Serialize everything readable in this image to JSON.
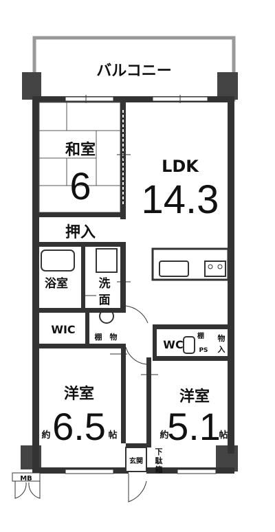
{
  "balcony": {
    "label": "バルコニー"
  },
  "rooms": {
    "washitsu": {
      "name": "和室",
      "size": "6"
    },
    "ldk": {
      "name": "LDK",
      "size": "14.3"
    },
    "oshiire": {
      "name": "押入"
    },
    "bath": {
      "name": "浴室"
    },
    "washroom": {
      "name_1": "洗",
      "name_2": "面"
    },
    "wic_left": {
      "name": "WIC"
    },
    "shelf": {
      "name": "棚"
    },
    "storage_small": {
      "name": "物"
    },
    "wc": {
      "name": "WC"
    },
    "shelf2": {
      "name": "棚"
    },
    "ps": {
      "name": "PS"
    },
    "storage_right": {
      "name_1": "物",
      "name_2": "入"
    },
    "western_left": {
      "name": "洋室",
      "approx": "約",
      "size": "6.5",
      "unit": "帖"
    },
    "western_right": {
      "name": "洋室",
      "approx": "約",
      "size": "5.1",
      "unit": "帖"
    },
    "genkan": {
      "name": "玄関"
    },
    "shoe_box": {
      "name_1": "下",
      "name_2": "駄",
      "name_3": "箱"
    },
    "mb": {
      "name": "MB"
    }
  }
}
